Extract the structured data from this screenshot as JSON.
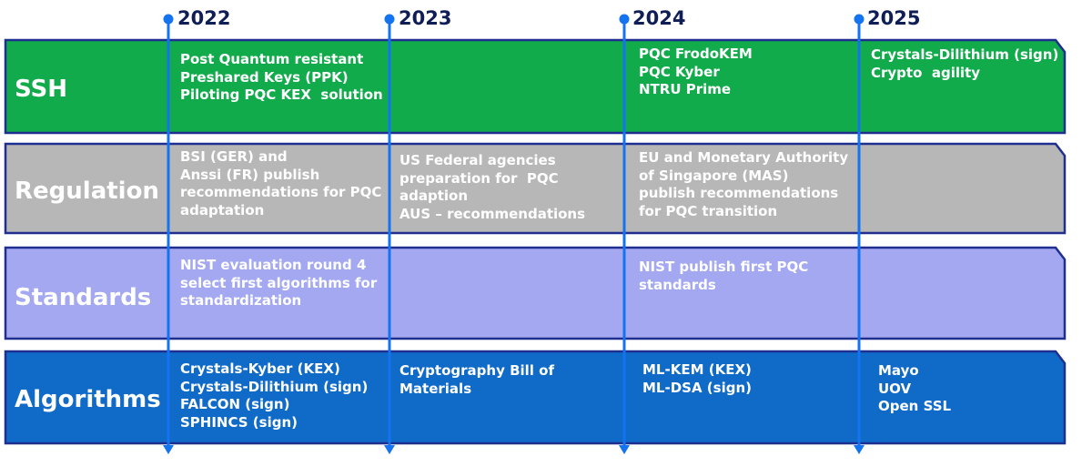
{
  "years": [
    "2022",
    "2023",
    "2024",
    "2025"
  ],
  "lanes": [
    {
      "label": "SSH",
      "fill": "#12ab4c",
      "cells": [
        [
          "Post Quantum resistant",
          "Preshared Keys (PPK)",
          "Piloting PQC KEX  solution"
        ],
        [],
        [
          "PQC FrodoKEM",
          "PQC Kyber",
          "NTRU Prime"
        ],
        [
          "Crystals-Dilithium (sign)",
          "Crypto  agility"
        ]
      ]
    },
    {
      "label": "Regulation",
      "fill": "#b7b7b7",
      "cells": [
        [
          "BSI (GER) and",
          "Anssi (FR) publish",
          "recommendations for PQC",
          "adaptation"
        ],
        [
          "US Federal agencies",
          "preparation for  PQC",
          "adaption",
          "AUS – recommendations"
        ],
        [
          "EU and Monetary Authority",
          "of Singapore (MAS)",
          "publish recommendations",
          "for PQC transition"
        ],
        []
      ]
    },
    {
      "label": "Standards",
      "fill": "#a3a8f0",
      "cells": [
        [
          "NIST evaluation round 4",
          "select first algorithms for",
          "standardization"
        ],
        [],
        [
          "NIST publish first PQC",
          "standards"
        ],
        []
      ]
    },
    {
      "label": "Algorithms",
      "fill": "#0f6ac8",
      "cells": [
        [
          "Crystals-Kyber (KEX)",
          "Crystals-Dilithium (sign)",
          "FALCON (sign)",
          "SPHINCS (sign)"
        ],
        [
          "Cryptography Bill of",
          "Materials"
        ],
        [
          "ML-KEM (KEX)",
          "ML-DSA (sign)"
        ],
        [
          "Mayo",
          "UOV",
          "Open SSL"
        ]
      ]
    }
  ],
  "colors": {
    "band_border": "#1f2f8f",
    "axis": "#1473f0",
    "year_text": "#0f1f55",
    "text": "#ffffff"
  }
}
